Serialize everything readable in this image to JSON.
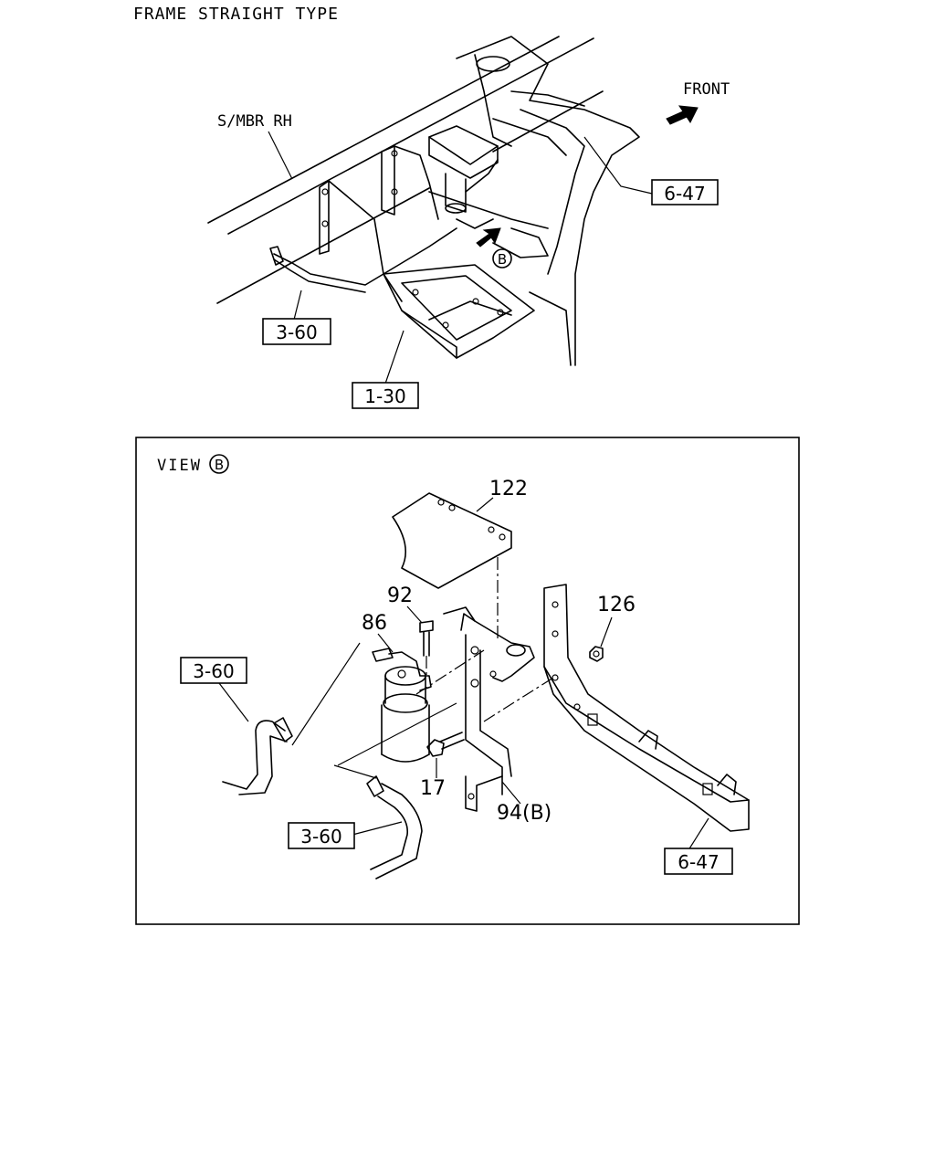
{
  "title": "FRAME STRAIGHT TYPE",
  "top_view": {
    "member_label": "S/MBR RH",
    "front_label": "FRONT",
    "view_marker": "B",
    "refs": {
      "r647": "6-47",
      "r360": "3-60",
      "r130": "1-30"
    }
  },
  "detail_view": {
    "view_label": "VIEW",
    "view_marker": "B",
    "refs": {
      "r360a": "3-60",
      "r360b": "3-60",
      "r647": "6-47"
    },
    "parts": {
      "p122": "122",
      "p92": "92",
      "p86": "86",
      "p126": "126",
      "p17": "17",
      "p94": "94(B)"
    }
  }
}
